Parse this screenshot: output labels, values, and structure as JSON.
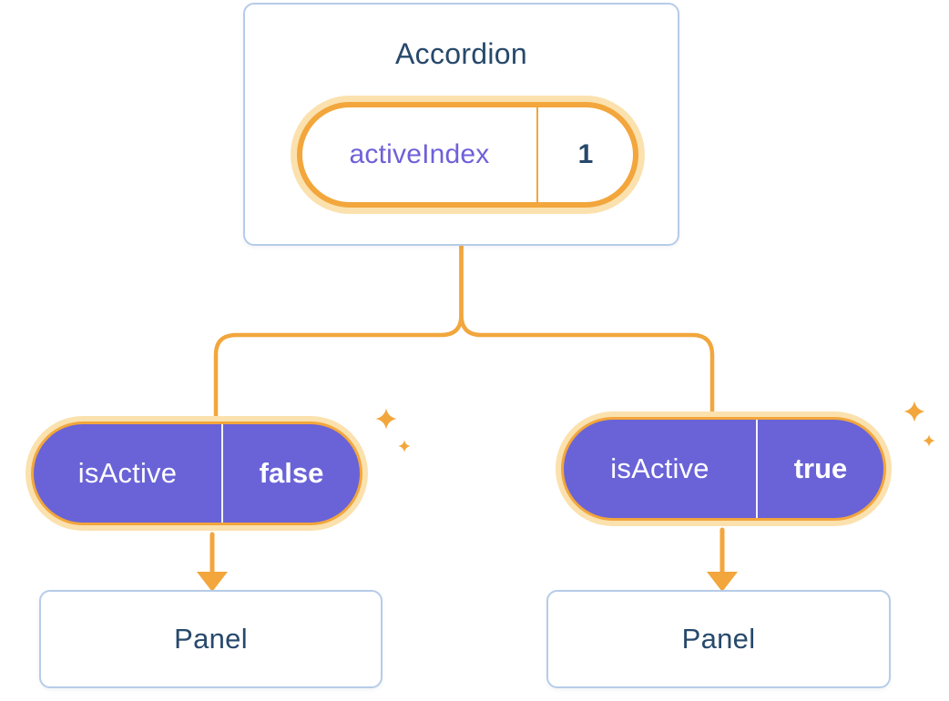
{
  "diagram": {
    "root": {
      "title": "Accordion",
      "prop": {
        "name": "activeIndex",
        "value": "1"
      }
    },
    "left": {
      "prop": {
        "name": "isActive",
        "value": "false"
      },
      "panel_label": "Panel"
    },
    "right": {
      "prop": {
        "name": "isActive",
        "value": "true"
      },
      "panel_label": "Panel"
    },
    "colors": {
      "accent_orange": "#F2A63C",
      "glow_orange": "#FBE1AE",
      "pill_indigo": "#6A63D7",
      "prop_text_purple": "#6E61D8",
      "heading_blue": "#27496B",
      "card_border_blue": "#B6CCE8"
    }
  }
}
